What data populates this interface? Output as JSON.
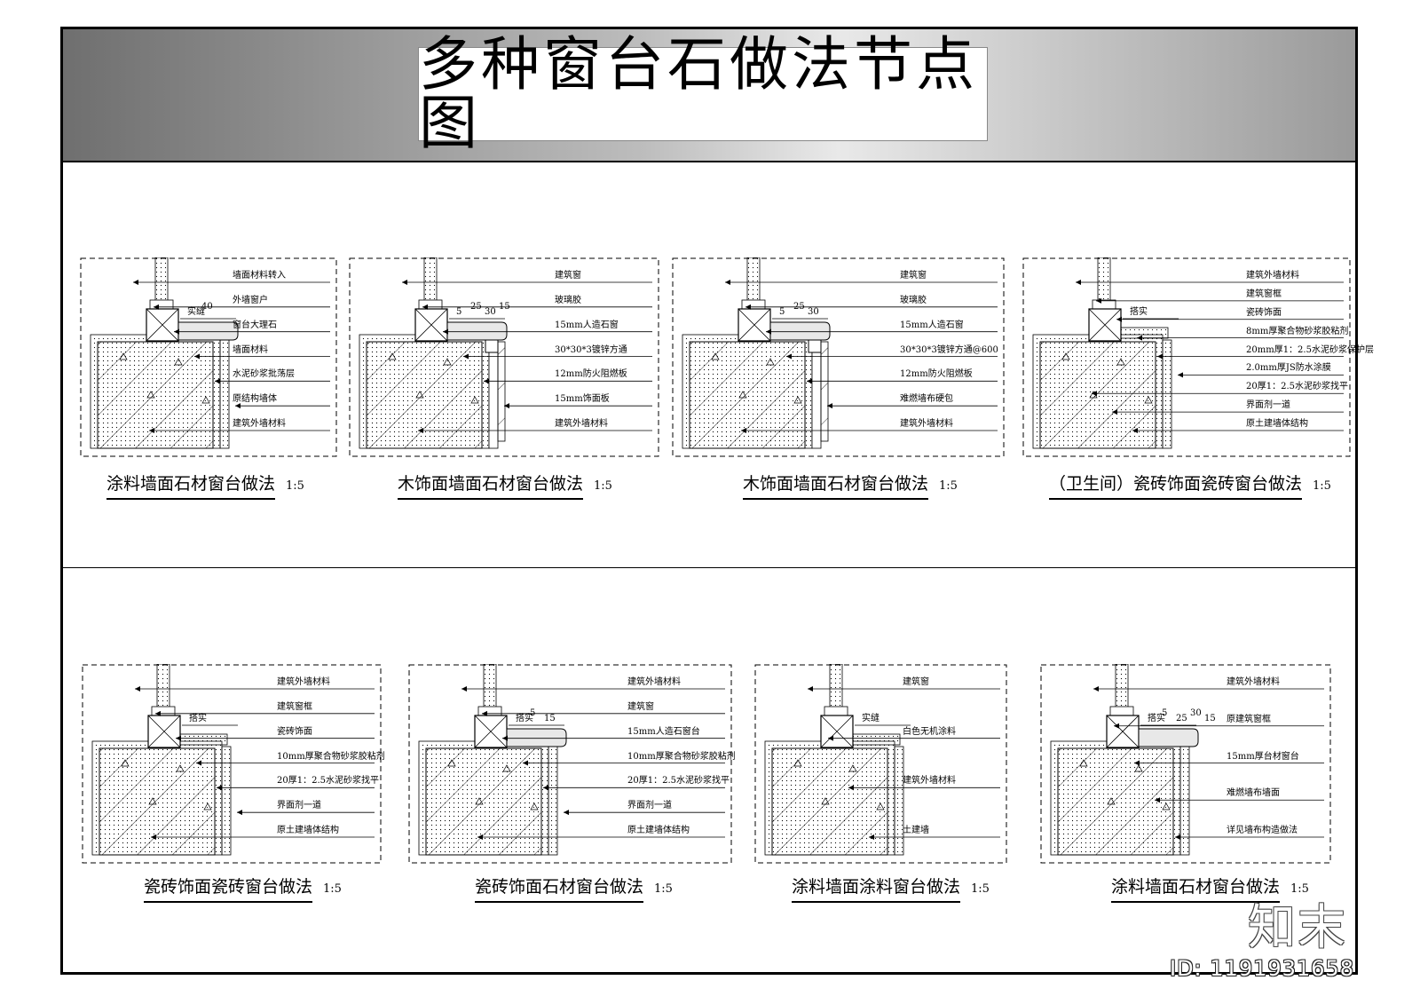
{
  "title": "多种窗台石做法节点图",
  "scale_label": "1:5",
  "watermark": {
    "logo": "知末",
    "id": "ID: 1191931658"
  },
  "details": [
    {
      "caption": "涂料墙面石材窗台做法",
      "notes": [
        "墙面材料转入",
        "外墙窗户",
        "窗台大理石",
        "墙面材料",
        "水泥砂浆批荡层",
        "原结构墙体",
        "建筑外墙材料"
      ],
      "dims": [
        "实缝",
        "40"
      ]
    },
    {
      "caption": "木饰面墙面石材窗台做法",
      "notes": [
        "建筑窗",
        "玻璃胶",
        "15mm人造石窗",
        "30*30*3镀锌方通",
        "12mm防火阻燃板",
        "15mm饰面板",
        "建筑外墙材料"
      ],
      "dims": [
        "5",
        "25",
        "30",
        "15"
      ]
    },
    {
      "caption": "木饰面墙面石材窗台做法",
      "notes": [
        "建筑窗",
        "玻璃胶",
        "15mm人造石窗",
        "30*30*3镀锌方通@600",
        "12mm防火阻燃板",
        "难燃墙布硬包",
        "建筑外墙材料"
      ],
      "dims": [
        "5",
        "25",
        "30"
      ]
    },
    {
      "caption": "（卫生间）瓷砖饰面瓷砖窗台做法",
      "notes": [
        "建筑外墙材料",
        "建筑窗框",
        "瓷砖饰面",
        "8mm厚聚合物砂浆胶粘剂",
        "20mm厚1：2.5水泥砂浆保护层",
        "2.0mm厚JS防水涂膜",
        "20厚1：2.5水泥砂浆找平",
        "界面剂一道",
        "原土建墙体结构"
      ],
      "dims": [
        "搭实"
      ]
    },
    {
      "caption": "瓷砖饰面瓷砖窗台做法",
      "notes": [
        "建筑外墙材料",
        "建筑窗框",
        "瓷砖饰面",
        "10mm厚聚合物砂浆胶粘剂",
        "20厚1：2.5水泥砂浆找平",
        "界面剂一道",
        "原土建墙体结构"
      ],
      "dims": [
        "搭实"
      ]
    },
    {
      "caption": "瓷砖饰面石材窗台做法",
      "notes": [
        "建筑外墙材料",
        "建筑窗",
        "15mm人造石窗台",
        "10mm厚聚合物砂浆胶粘剂",
        "20厚1：2.5水泥砂浆找平",
        "界面剂一道",
        "原土建墙体结构"
      ],
      "dims": [
        "搭实",
        "5",
        "15"
      ]
    },
    {
      "caption": "涂料墙面涂料窗台做法",
      "notes": [
        "建筑窗",
        "白色无机涂料",
        "建筑外墙材料",
        "土建墙"
      ],
      "dims": [
        "实缝"
      ]
    },
    {
      "caption": "涂料墙面石材窗台做法",
      "notes": [
        "建筑外墙材料",
        "原建筑窗框",
        "15mm厚台材窗台",
        "难燃墙布墙面",
        "详见墙布构造做法"
      ],
      "dims": [
        "搭实",
        "5",
        "25",
        "30",
        "15"
      ]
    }
  ]
}
